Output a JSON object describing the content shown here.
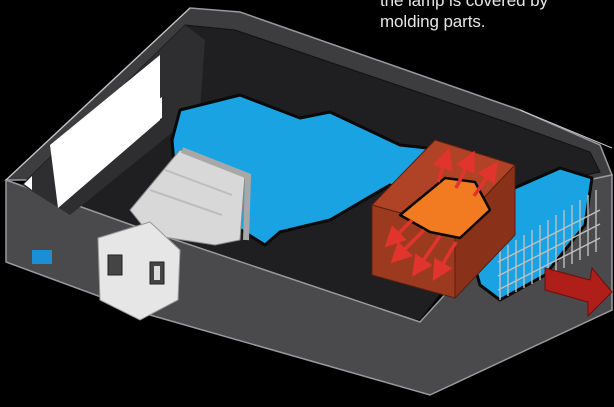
{
  "caption": {
    "lines": [
      "the lamp is covered by",
      "molding parts."
    ]
  },
  "icons": {
    "projector": "projector-housing-cutaway",
    "lens": "lens-icon",
    "lamp": "lamp-icon",
    "airflow": "airflow-arrow-icon"
  },
  "colors": {
    "background": "#000000",
    "casing": "#4a4a4d",
    "casing_dark": "#2b2b2e",
    "casing_light": "#6e6e72",
    "light_path": "#1aa3e3",
    "lamp_cover": "#b04325",
    "lamp": "#f27b21",
    "arrow": "#c0221f",
    "lens": "#d8d8d8",
    "indicator": "#1a8fd6"
  }
}
